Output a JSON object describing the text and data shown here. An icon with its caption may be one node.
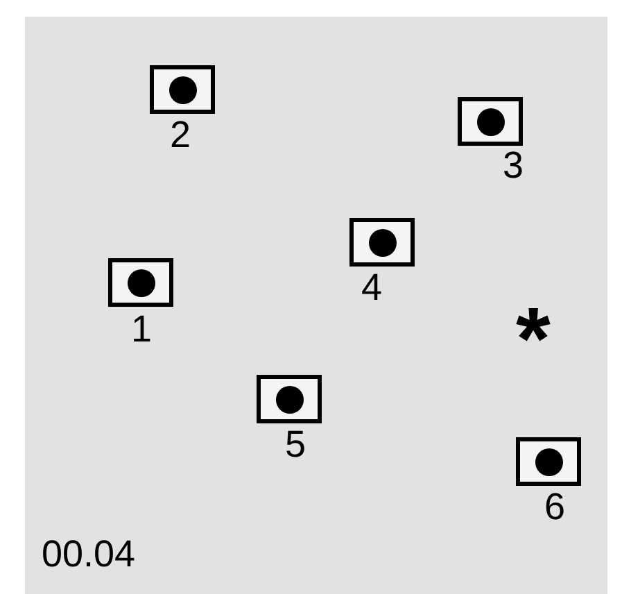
{
  "diagram": {
    "nodes": [
      {
        "text": [],
        "shape": "box",
        "beside": [
          "2"
        ]
      },
      {
        "text": [],
        "shape": "box",
        "beside": [
          "3"
        ]
      },
      {
        "text": [],
        "shape": "box",
        "beside": [
          "4"
        ]
      },
      {
        "text": [],
        "shape": "box",
        "beside": [
          "1"
        ]
      },
      {
        "text": [],
        "shape": "box",
        "beside": [
          "5"
        ]
      },
      {
        "text": [],
        "shape": "box",
        "beside": [
          "6"
        ]
      }
    ],
    "labels": [
      "*",
      "00.04"
    ]
  }
}
